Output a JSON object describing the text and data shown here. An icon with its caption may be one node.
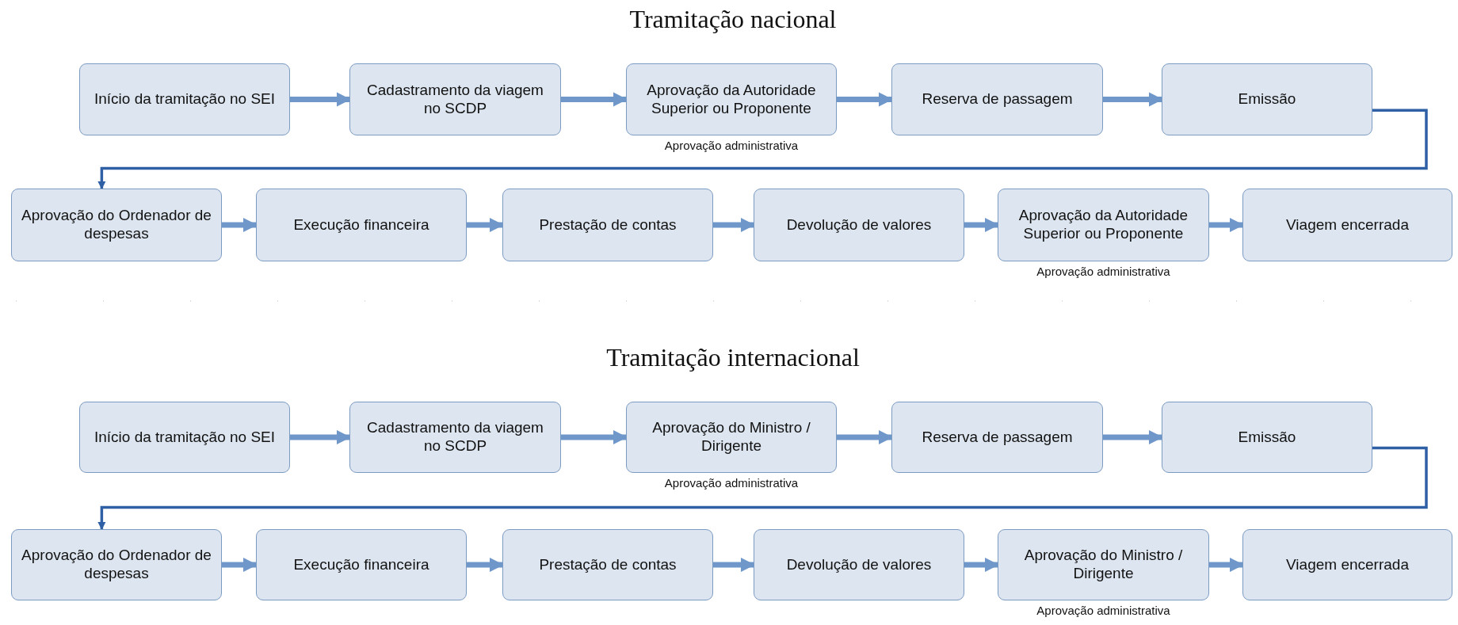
{
  "diagram": {
    "nodes": [
      {
        "text": [
          "Início da tramitação no SEI"
        ]
      },
      {
        "text": [
          "Cadastramento da viagem no SCDP"
        ]
      },
      {
        "text": [
          "Aprovação da Autoridade Superior ou Proponente"
        ],
        "beside": [
          "Aprovação administrativa"
        ]
      },
      {
        "text": [
          "Reserva de passagem"
        ]
      },
      {
        "text": [
          "Emissão"
        ]
      },
      {
        "text": [
          "Aprovação do Ordenador de  despesas"
        ]
      },
      {
        "text": [
          "Execução financeira"
        ]
      },
      {
        "text": [
          "Prestação de contas"
        ]
      },
      {
        "text": [
          "Devolução de valores"
        ]
      },
      {
        "text": [
          "Aprovação da Autoridade Superior ou Proponente"
        ],
        "beside": [
          "Aprovação administrativa"
        ]
      },
      {
        "text": [
          "Viagem encerrada"
        ]
      },
      {
        "text": [
          "Início da tramitação no SEI"
        ]
      },
      {
        "text": [
          "Cadastramento da viagem no SCDP"
        ]
      },
      {
        "text": [
          "Aprovação do Ministro / Dirigente"
        ],
        "beside": [
          "Aprovação administrativa"
        ]
      },
      {
        "text": [
          "Reserva de passagem"
        ]
      },
      {
        "text": [
          "Emissão"
        ]
      },
      {
        "text": [
          "Aprovação do Ordenador de  despesas"
        ]
      },
      {
        "text": [
          "Execução financeira"
        ]
      },
      {
        "text": [
          "Prestação de contas"
        ]
      },
      {
        "text": [
          "Devolução de valores"
        ]
      },
      {
        "text": [
          "Aprovação do Ministro / Dirigente"
        ],
        "beside": [
          "Aprovação administrativa"
        ]
      },
      {
        "text": [
          "Viagem encerrada"
        ]
      }
    ],
    "edges": [
      {
        "from": 0,
        "to": 1,
        "arrow": "to"
      },
      {
        "from": 1,
        "to": 2,
        "arrow": "to"
      },
      {
        "from": 2,
        "to": 3,
        "arrow": "to"
      },
      {
        "from": 3,
        "to": 4,
        "arrow": "to"
      },
      {
        "from": 4,
        "to": 5,
        "arrow": "to",
        "color": "#2f5fa5"
      },
      {
        "from": 5,
        "to": 6,
        "arrow": "to"
      },
      {
        "from": 6,
        "to": 7,
        "arrow": "to"
      },
      {
        "from": 7,
        "to": 8,
        "arrow": "to"
      },
      {
        "from": 8,
        "to": 9,
        "arrow": "to"
      },
      {
        "from": 9,
        "to": 10,
        "arrow": "to"
      },
      {
        "from": 11,
        "to": 12,
        "arrow": "to"
      },
      {
        "from": 12,
        "to": 13,
        "arrow": "to"
      },
      {
        "from": 13,
        "to": 14,
        "arrow": "to"
      },
      {
        "from": 14,
        "to": 15,
        "arrow": "to"
      },
      {
        "from": 15,
        "to": 16,
        "arrow": "to",
        "color": "#2f5fa5"
      },
      {
        "from": 16,
        "to": 17,
        "arrow": "to"
      },
      {
        "from": 17,
        "to": 18,
        "arrow": "to"
      },
      {
        "from": 18,
        "to": 19,
        "arrow": "to"
      },
      {
        "from": 19,
        "to": 20,
        "arrow": "to"
      },
      {
        "from": 20,
        "to": 21,
        "arrow": "to"
      }
    ],
    "labels": [
      "Tramitação nacional",
      "Tramitação internacional"
    ]
  }
}
